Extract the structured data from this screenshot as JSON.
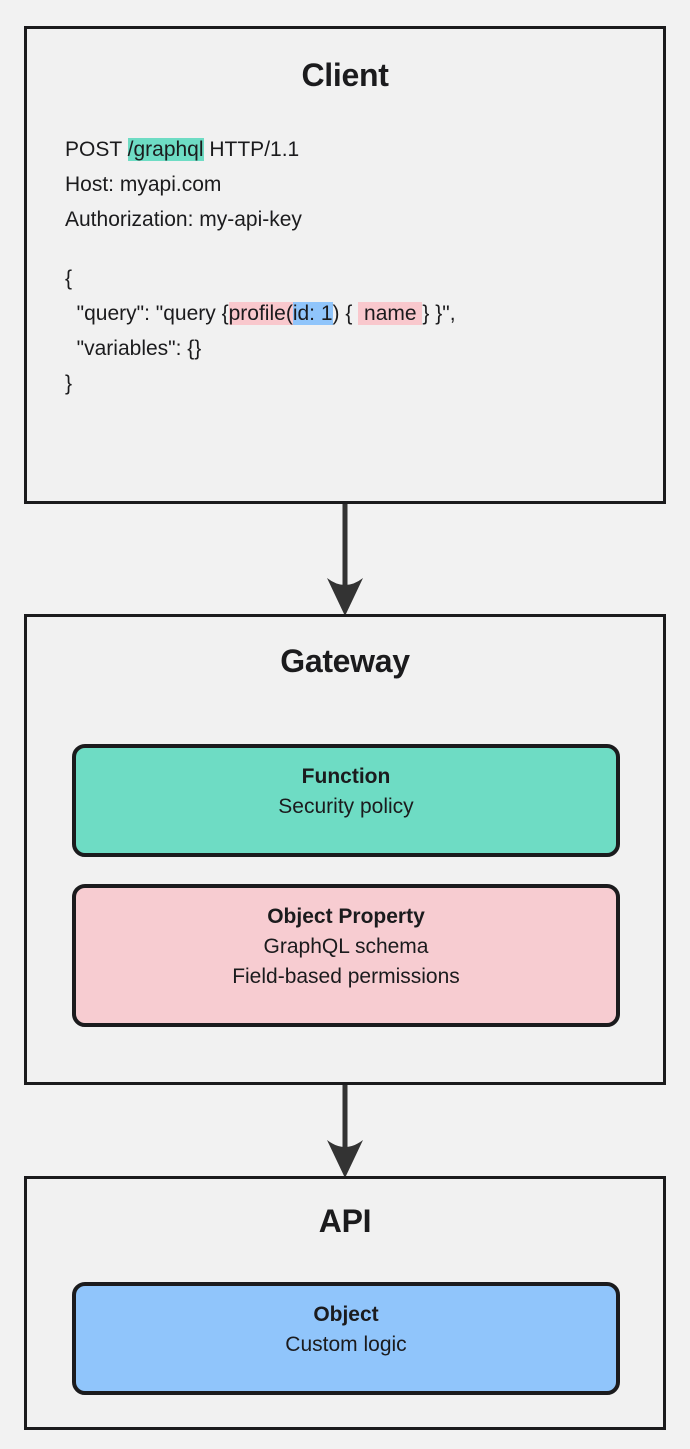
{
  "diagram": {
    "type": "flowchart",
    "direction": "top-to-bottom",
    "background": "#f2f2f2",
    "border_color": "#1b1b1d",
    "colors": {
      "teal": "#6edcc4",
      "pink": "#f7ccd1",
      "blue": "#90c5fb",
      "highlight_teal": "#6edcc4",
      "highlight_pink": "#f9c8cd",
      "highlight_blue": "#90c5fb"
    }
  },
  "stages": {
    "client": {
      "title": "Client",
      "request": {
        "line1": {
          "pre": "POST ",
          "path": "/graphql",
          "post": " HTTP/1.1"
        },
        "line2": "Host: myapi.com",
        "line3": "Authorization: my-api-key",
        "body": {
          "open_brace": "{",
          "query_prefix": "  \"query\": \"query {",
          "query_operation": "profile(",
          "query_argument": "id: 1",
          "query_paren": ") { ",
          "query_field": " name ",
          "query_suffix": "} }\",",
          "variables": "  \"variables\": {}",
          "close_brace": "}"
        }
      }
    },
    "gateway": {
      "title": "Gateway",
      "cards": [
        {
          "name": "function",
          "title": "Function",
          "lines": [
            "Security policy"
          ],
          "color": "#6edcc4"
        },
        {
          "name": "object-property",
          "title": "Object Property",
          "lines": [
            "GraphQL schema",
            "Field-based permissions"
          ],
          "color": "#f7ccd1"
        }
      ]
    },
    "api": {
      "title": "API",
      "cards": [
        {
          "name": "object",
          "title": "Object",
          "lines": [
            "Custom logic"
          ],
          "color": "#90c5fb"
        }
      ]
    }
  },
  "connectors": [
    {
      "from": "client",
      "to": "gateway",
      "style": "solid-arrow-down"
    },
    {
      "from": "gateway",
      "to": "api",
      "style": "solid-arrow-down"
    }
  ]
}
